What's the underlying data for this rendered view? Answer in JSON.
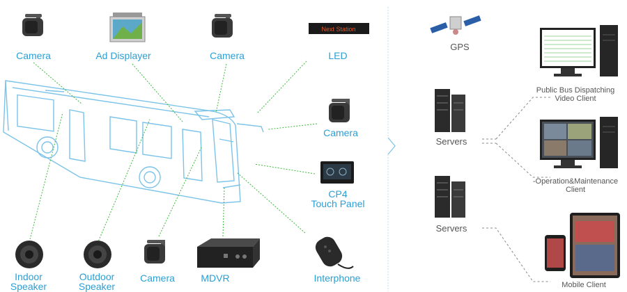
{
  "devices": {
    "camera_top_left": "Camera",
    "ad_displayer": "Ad Displayer",
    "camera_top_mid": "Camera",
    "led": "LED",
    "led_screen_text": "Next Station",
    "camera_right": "Camera",
    "cp4_line1": "CP4",
    "cp4_line2": "Touch Panel",
    "indoor_line1": "Indoor",
    "indoor_line2": "Speaker",
    "outdoor_line1": "Outdoor",
    "outdoor_line2": "Speaker",
    "camera_bottom": "Camera",
    "mdvr": "MDVR",
    "interphone": "Interphone"
  },
  "backend": {
    "gps": "GPS",
    "servers_1": "Servers",
    "servers_2": "Servers",
    "client_dispatch_line1": "Public Bus Dispatching",
    "client_dispatch_line2": "Video Client",
    "client_ops_line1": "-Operation&Maintenance",
    "client_ops_line2": "Client",
    "client_mobile": "Mobile Client"
  },
  "colors": {
    "label_blue": "#2a9fd6",
    "bus_outline": "#7cc3ea",
    "link_green": "#3cba3c",
    "gray_text": "#555555"
  }
}
